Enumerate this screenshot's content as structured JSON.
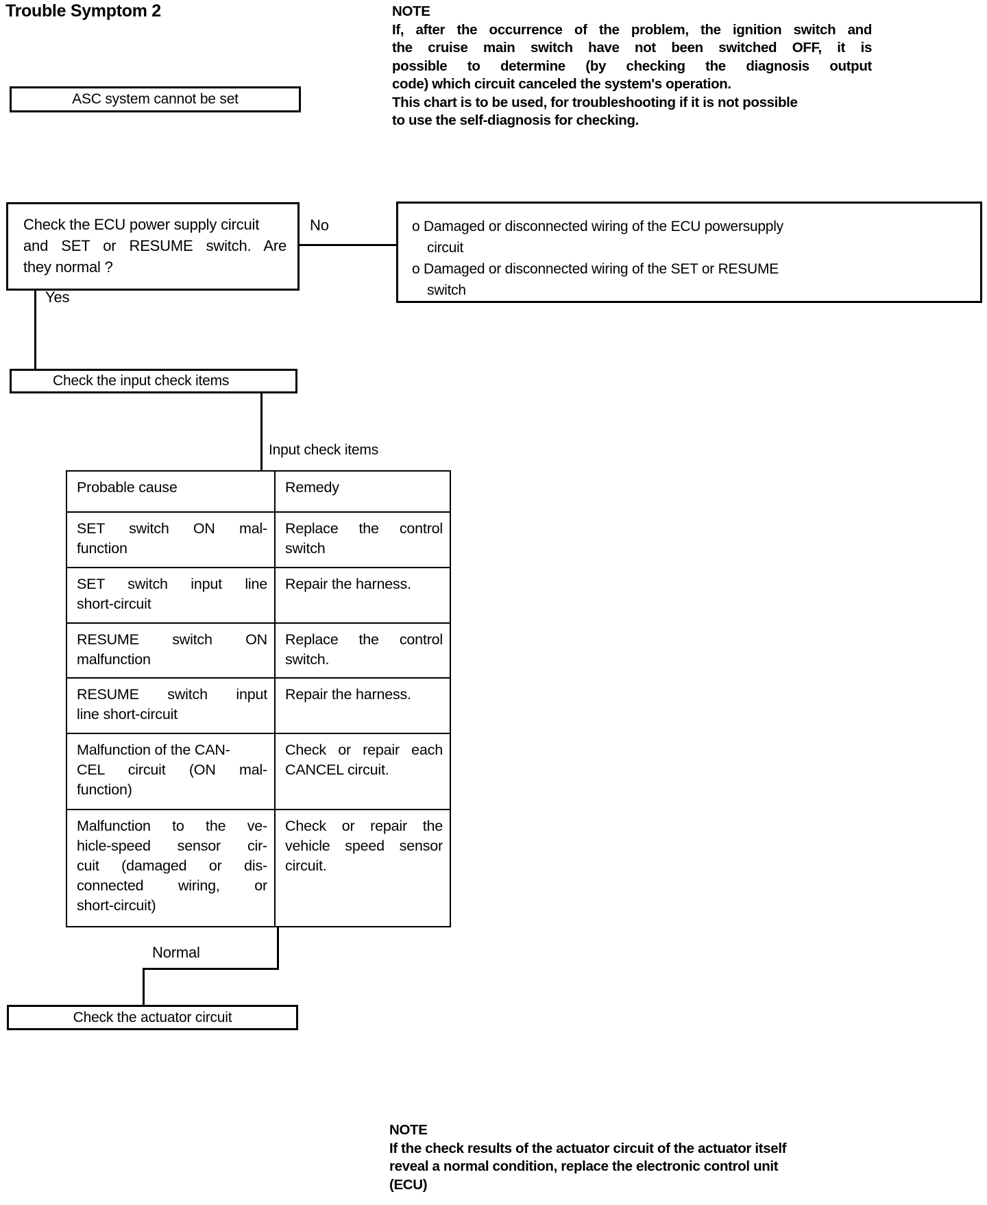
{
  "page": {
    "title": "Trouble Symptom 2"
  },
  "symptom_box": {
    "label": "ASC system cannot be set"
  },
  "top_note": {
    "heading": "NOTE",
    "lines": [
      "If, after the occurrence of the problem, the ignition switch and",
      "the cruise main switch have not been switched OFF, it is",
      "possible to determine (by checking the diagnosis output",
      "code) which circuit canceled the system's operation.",
      "This chart is to be used, for troubleshooting if it is not possible",
      "to use the self-diagnosis for checking."
    ]
  },
  "decision": {
    "lines": [
      "Check the ECU power supply circuit",
      "and SET or RESUME switch. Are",
      "they normal ?"
    ],
    "no_label": "No",
    "yes_label": "Yes"
  },
  "causes_box": {
    "items": [
      {
        "bullet": "o",
        "first": "Damaged or disconnected wiring of the ECU powersupply",
        "cont": "circuit"
      },
      {
        "bullet": "o",
        "first": "Damaged or disconnected wiring of the SET or RESUME",
        "cont": "switch"
      }
    ]
  },
  "input_check_box": {
    "label": "Check the input check items"
  },
  "table": {
    "caption": "Input check items",
    "headers": [
      "Probable cause",
      "Remedy"
    ],
    "rows": [
      {
        "cause": [
          "SET switch ON mal-",
          "function"
        ],
        "cause_justify": [
          true,
          false
        ],
        "remedy": [
          "Replace the control",
          "switch"
        ],
        "remedy_justify": [
          true,
          false
        ]
      },
      {
        "cause": [
          "SET switch input line",
          "short-circuit"
        ],
        "cause_justify": [
          true,
          false
        ],
        "remedy": [
          "Repair the harness."
        ],
        "remedy_justify": [
          false
        ]
      },
      {
        "cause": [
          "RESUME switch ON",
          "malfunction"
        ],
        "cause_justify": [
          true,
          false
        ],
        "remedy": [
          "Replace the control",
          "switch."
        ],
        "remedy_justify": [
          true,
          false
        ]
      },
      {
        "cause": [
          "RESUME switch input",
          "line short-circuit"
        ],
        "cause_justify": [
          true,
          false
        ],
        "remedy": [
          "Repair the harness."
        ],
        "remedy_justify": [
          false
        ]
      },
      {
        "cause": [
          "Malfunction of the CAN-",
          "CEL circuit (ON mal-",
          "function)"
        ],
        "cause_justify": [
          false,
          true,
          false
        ],
        "remedy": [
          "Check or repair each",
          "CANCEL circuit."
        ],
        "remedy_justify": [
          true,
          false
        ]
      },
      {
        "cause": [
          "Malfunction to the ve-",
          "hicle-speed sensor cir-",
          "cuit (damaged or dis-",
          "connected wiring, or",
          "short-circuit)"
        ],
        "cause_justify": [
          true,
          true,
          true,
          true,
          false
        ],
        "remedy": [
          "Check or repair the",
          "vehicle speed sensor",
          "circuit."
        ],
        "remedy_justify": [
          true,
          true,
          false
        ]
      }
    ]
  },
  "normal_branch": {
    "label": "Normal"
  },
  "actuator_box": {
    "label": "Check the actuator circuit"
  },
  "bottom_note": {
    "heading": "NOTE",
    "lines": [
      "If the check results of the actuator circuit of the actuator itself",
      "reveal a normal condition, replace the electronic control unit",
      "(ECU)"
    ]
  }
}
